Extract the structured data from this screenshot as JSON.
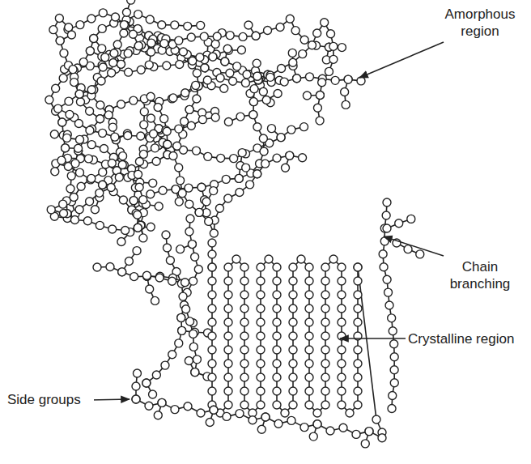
{
  "diagram": {
    "labels": [
      "Amorphous region",
      "Chain branching",
      "Crystalline region",
      "Side groups"
    ]
  }
}
